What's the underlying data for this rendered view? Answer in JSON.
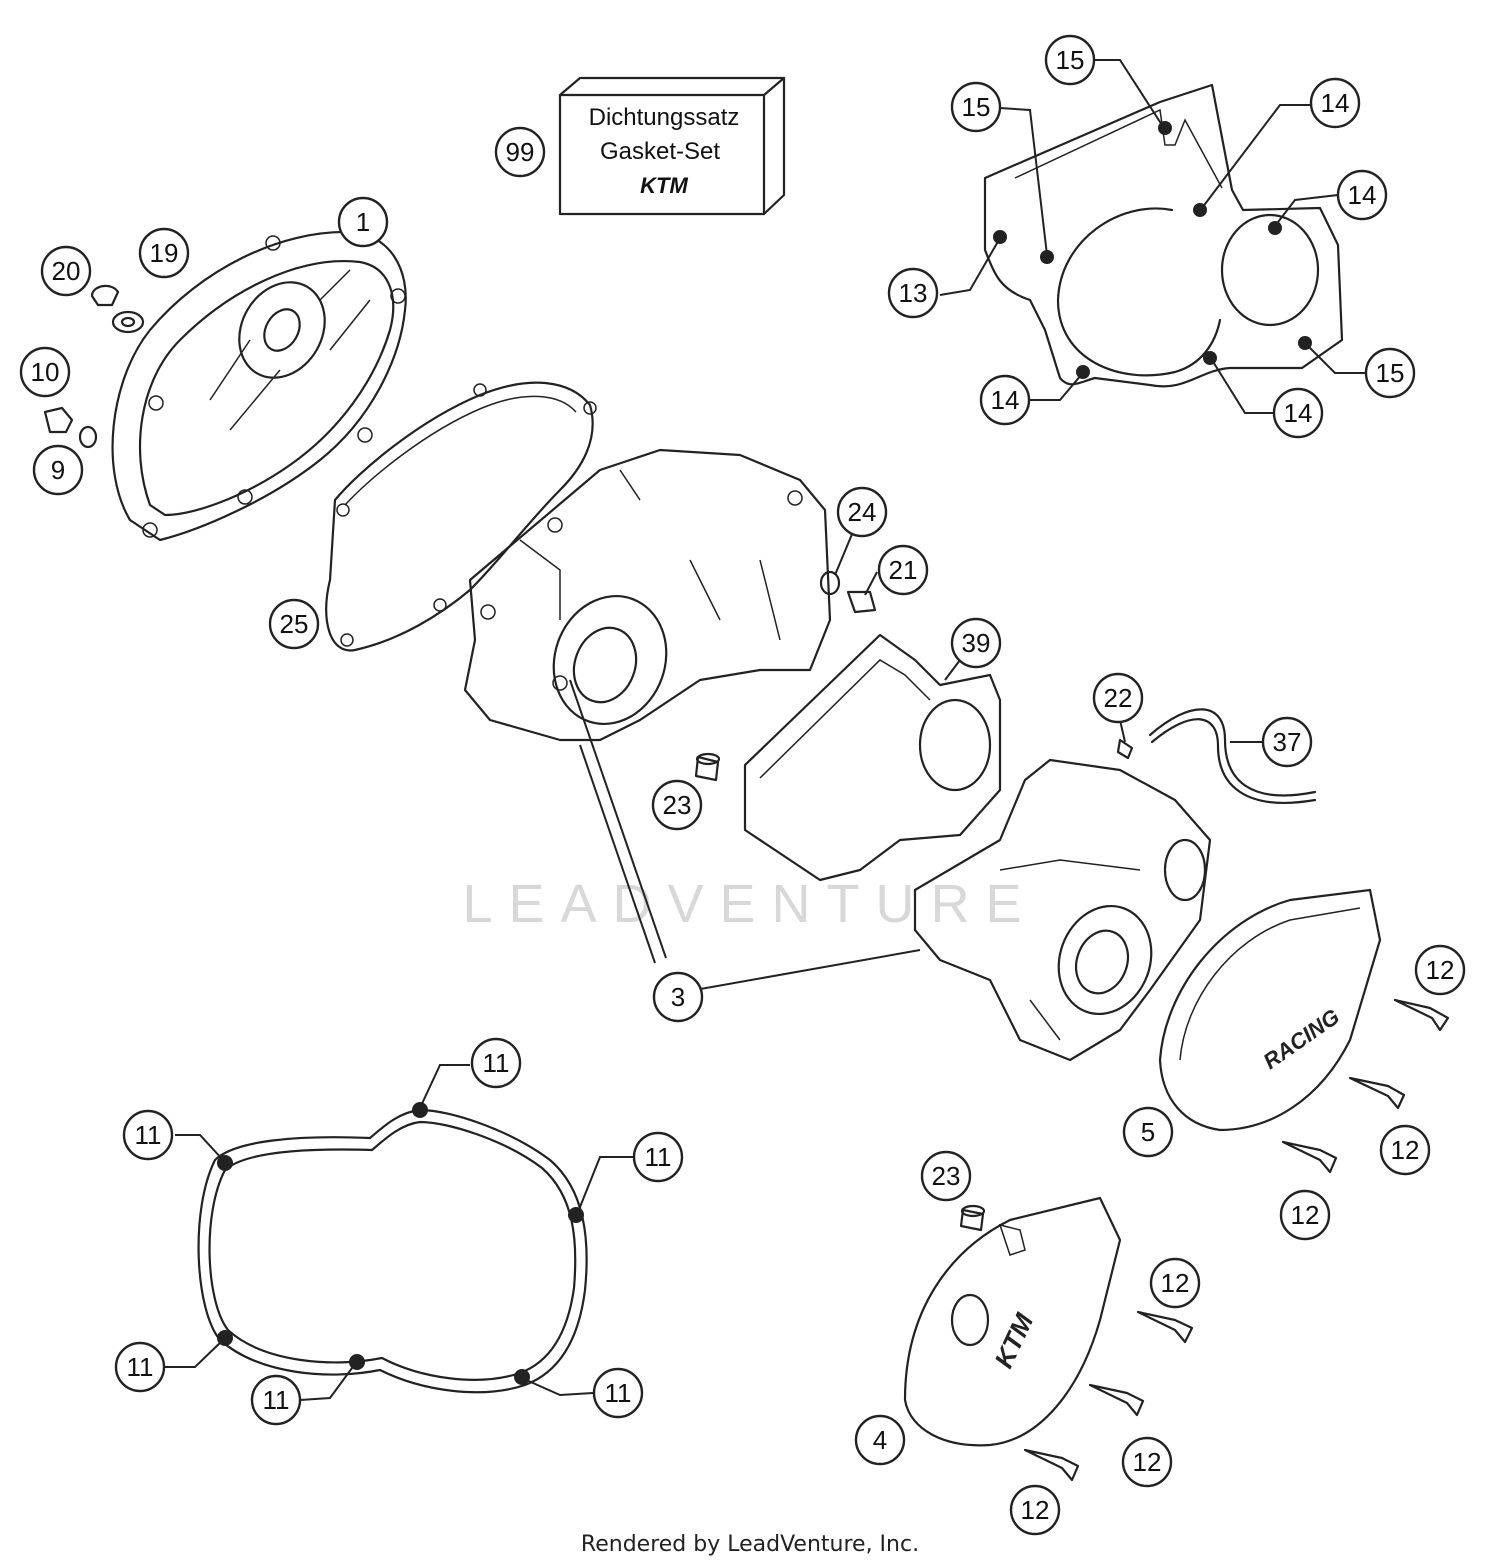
{
  "gasket_set_box": {
    "line1": "Dichtungssatz",
    "line2": "Gasket-Set",
    "logo": "KTM"
  },
  "watermark": "LEADVENTURE",
  "footer": "Rendered by LeadVenture, Inc.",
  "callouts": [
    "99",
    "1",
    "19",
    "20",
    "10",
    "9",
    "25",
    "24",
    "21",
    "39",
    "22",
    "37",
    "23",
    "3",
    "15",
    "15",
    "14",
    "14",
    "13",
    "14",
    "15",
    "14",
    "12",
    "12",
    "12",
    "5",
    "11",
    "11",
    "11",
    "11",
    "11",
    "11",
    "23",
    "12",
    "12",
    "4",
    "12"
  ]
}
